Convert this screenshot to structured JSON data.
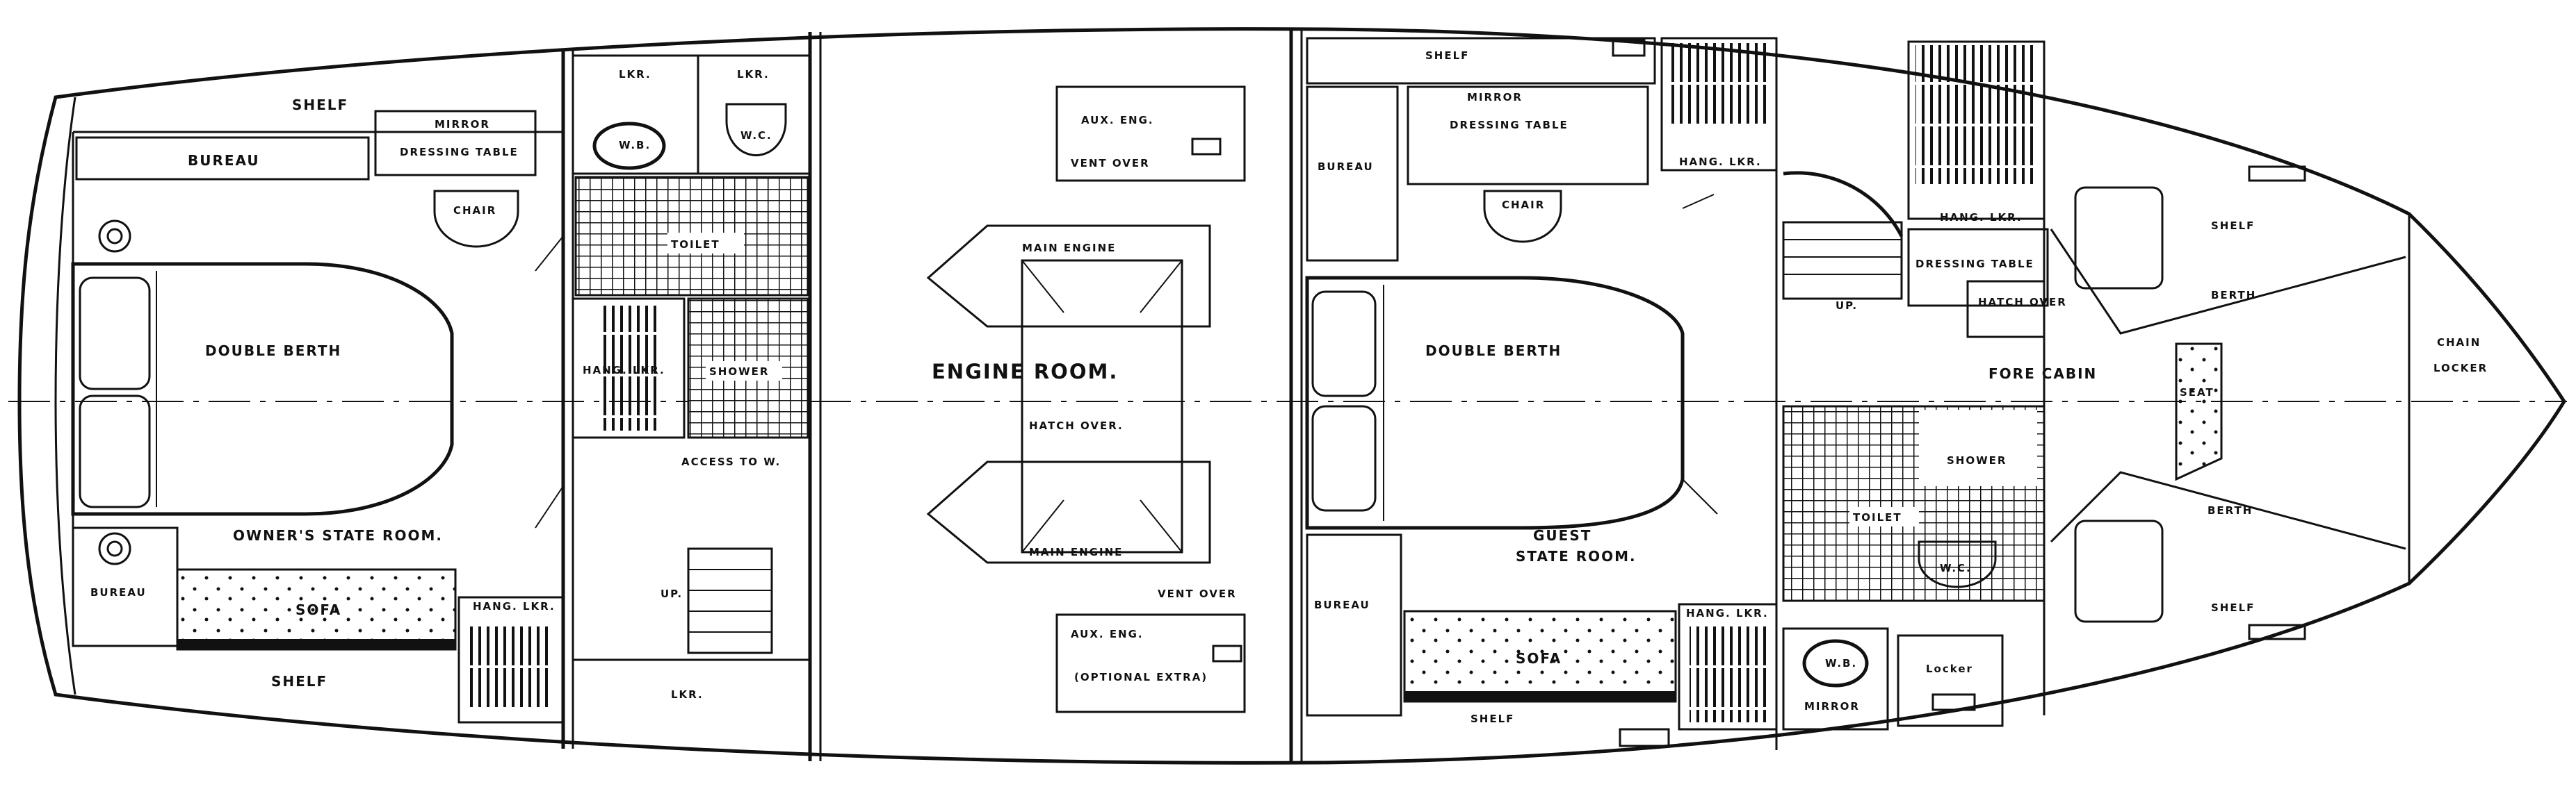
{
  "labels": {
    "shelf": "SHELF",
    "bureau": "BUREAU",
    "mirror": "MIRROR",
    "dressing_table": "DRESSING TABLE",
    "chair": "CHAIR",
    "double_berth": "DOUBLE BERTH",
    "owners_state_room": "OWNER'S STATE ROOM.",
    "sofa": "SOFA",
    "hang_lkr": "HANG. LKR.",
    "lkr": "LKR.",
    "wc": "W.C.",
    "wb": "W.B.",
    "toilet": "TOILET",
    "shower": "SHOWER",
    "access_to": "ACCESS TO W.",
    "up": "UP.",
    "engine_room": "ENGINE ROOM.",
    "aux_eng": "AUX. ENG.",
    "vent_over": "VENT OVER",
    "main_engine": "MAIN ENGINE",
    "hatch_over": "HATCH OVER.",
    "optional_extra": "(OPTIONAL EXTRA)",
    "guest": "GUEST",
    "state_room": "STATE ROOM.",
    "fore_cabin": "FORE CABIN",
    "seat": "SEAT",
    "berth": "BERTH",
    "chain": "CHAIN",
    "locker_upper": "LOCKER",
    "locker": "Locker",
    "hatch_over_small": "HATCH OVER",
    "dressing_table_small": "DRESSING TABLE"
  }
}
